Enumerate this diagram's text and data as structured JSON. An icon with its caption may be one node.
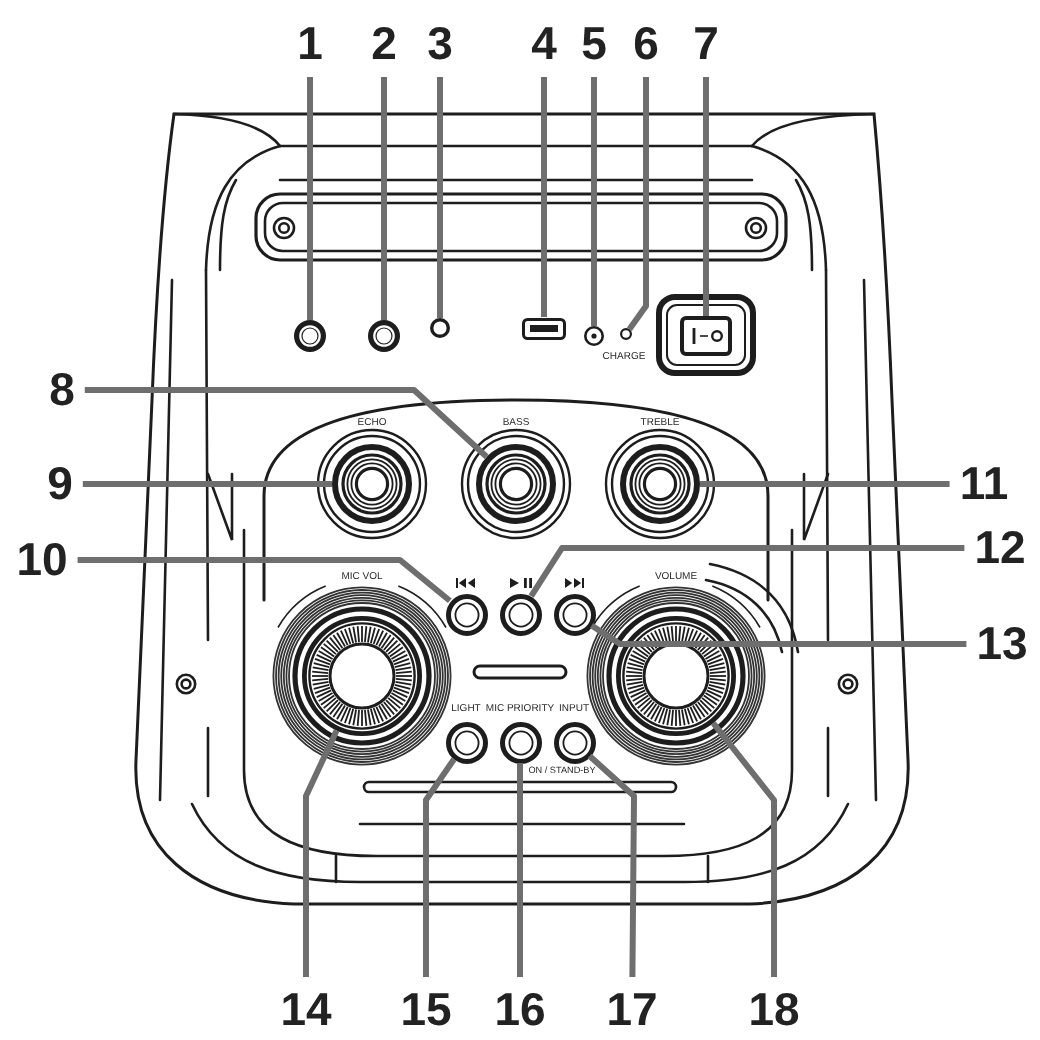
{
  "diagram": {
    "nodes": [
      {
        "text": [
          "1"
        ]
      },
      {
        "text": [
          "2"
        ]
      },
      {
        "text": [
          "3"
        ]
      },
      {
        "text": [
          "4"
        ]
      },
      {
        "text": [
          "5"
        ]
      },
      {
        "text": [
          "6"
        ]
      },
      {
        "text": [
          "7"
        ]
      },
      {
        "text": [
          "8"
        ]
      },
      {
        "text": [
          "9"
        ]
      },
      {
        "text": [
          "10"
        ]
      },
      {
        "text": [
          "11"
        ]
      },
      {
        "text": [
          "12"
        ]
      },
      {
        "text": [
          "13"
        ]
      },
      {
        "text": [
          "14"
        ]
      },
      {
        "text": [
          "15"
        ]
      },
      {
        "text": [
          "16"
        ]
      },
      {
        "text": [
          "17"
        ]
      },
      {
        "text": [
          "18"
        ]
      },
      {
        "text": [],
        "shape": "circle"
      },
      {
        "text": [],
        "shape": "circle"
      },
      {
        "text": [],
        "shape": "circle"
      },
      {
        "text": [],
        "shape": "box"
      },
      {
        "text": [],
        "shape": "circle"
      },
      {
        "text": [],
        "shape": "circle"
      },
      {
        "text": [],
        "shape": "box"
      },
      {
        "text": [],
        "shape": "circle"
      },
      {
        "text": [],
        "shape": "circle"
      },
      {
        "text": [],
        "shape": "circle"
      },
      {
        "text": [],
        "shape": "circle"
      },
      {
        "text": [],
        "shape": "circle"
      },
      {
        "text": [],
        "shape": "circle"
      },
      {
        "text": [],
        "shape": "circle"
      },
      {
        "text": [],
        "shape": "circle"
      },
      {
        "text": [],
        "shape": "circle"
      },
      {
        "text": [],
        "shape": "circle"
      },
      {
        "text": [],
        "shape": "circle"
      }
    ],
    "edges": [
      {
        "from": 0,
        "to": 18,
        "arrow": "none"
      },
      {
        "from": 1,
        "to": 19,
        "arrow": "none"
      },
      {
        "from": 2,
        "to": 20,
        "arrow": "none"
      },
      {
        "from": 3,
        "to": 21,
        "arrow": "none"
      },
      {
        "from": 4,
        "to": 22,
        "arrow": "none"
      },
      {
        "from": 5,
        "to": 23,
        "arrow": "none"
      },
      {
        "from": 6,
        "to": 24,
        "arrow": "none"
      },
      {
        "from": 7,
        "to": 25,
        "arrow": "none"
      },
      {
        "from": 8,
        "to": 26,
        "arrow": "none"
      },
      {
        "from": 9,
        "to": 27,
        "arrow": "none"
      },
      {
        "from": 10,
        "to": 28,
        "arrow": "none"
      },
      {
        "from": 11,
        "to": 29,
        "arrow": "none"
      },
      {
        "from": 12,
        "to": 30,
        "arrow": "none"
      },
      {
        "from": 13,
        "to": 31,
        "arrow": "none"
      },
      {
        "from": 14,
        "to": 32,
        "arrow": "none"
      },
      {
        "from": 15,
        "to": 33,
        "arrow": "none"
      },
      {
        "from": 16,
        "to": 34,
        "arrow": "none"
      },
      {
        "from": 17,
        "to": 35,
        "arrow": "none"
      }
    ],
    "labels": [
      "CHARGE",
      "ECHO",
      "BASS",
      "TREBLE",
      "MIC VOL",
      "VOLUME",
      "LIGHT",
      "MIC PRIORITY",
      "INPUT",
      "ON / STAND-BY"
    ]
  }
}
